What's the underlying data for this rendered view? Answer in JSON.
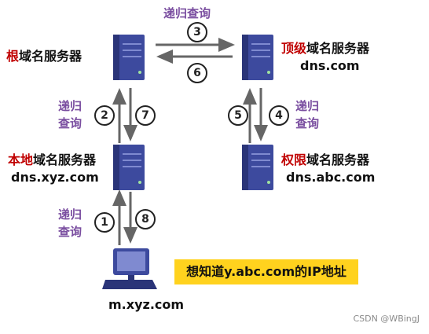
{
  "servers": {
    "root": {
      "highlight": "根",
      "rest": "域名服务器"
    },
    "tld": {
      "highlight": "顶级",
      "rest": "域名服务器",
      "host": "dns.com"
    },
    "local": {
      "highlight": "本地",
      "rest": "域名服务器",
      "host": "dns.xyz.com"
    },
    "auth": {
      "highlight": "权限",
      "rest": "域名服务器",
      "host": "dns.abc.com"
    }
  },
  "client": {
    "host": "m.xyz.com"
  },
  "query_note": "想知道y.abc.com的IP地址",
  "steps": [
    "1",
    "2",
    "3",
    "4",
    "5",
    "6",
    "7",
    "8"
  ],
  "recursive_query": {
    "line1": "递归",
    "line2": "查询",
    "top": "递归查询"
  },
  "watermark": "CSDN @WBingJ",
  "colors": {
    "highlight": "#c00000",
    "query_label": "#7a4ea0",
    "note_bg": "#ffd21e",
    "server": "#3d4a9e"
  }
}
